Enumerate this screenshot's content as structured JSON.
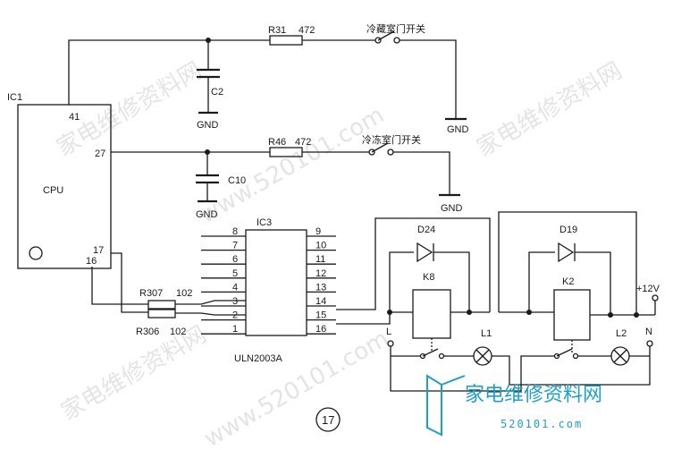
{
  "ic1": {
    "name": "IC1",
    "chip": "CPU",
    "pin_41": "41",
    "pin_27": "27",
    "pin_17": "17",
    "pin_16": "16"
  },
  "c2": "C2",
  "c10": "C10",
  "gnd": "GND",
  "r31": "R31",
  "r31_value": "472",
  "r46": "R46",
  "r46_value": "472",
  "switch_fridge_door": "冷藏室门开关",
  "switch_freezer_door": "冷冻室门开关",
  "ic3": {
    "name": "IC3",
    "part": "ULN2003A",
    "left_pins": [
      "8",
      "7",
      "6",
      "5",
      "4",
      "3",
      "2",
      "1"
    ],
    "right_pins": [
      "9",
      "10",
      "11",
      "12",
      "13",
      "14",
      "15",
      "16"
    ]
  },
  "r307": "R307",
  "r307_value": "102",
  "r306": "R306",
  "r306_value": "102",
  "d24": "D24",
  "d19": "D19",
  "k8": "K8",
  "k2": "K2",
  "l_label": "L",
  "n_label": "N",
  "l1": "L1",
  "l2": "L2",
  "supply": "+12V",
  "figure_number": "⑰",
  "watermark": "家电维修资料网",
  "watermark_url": "www.520101.com",
  "logo_main": "家电维修资料网",
  "logo_url": "520101.com"
}
